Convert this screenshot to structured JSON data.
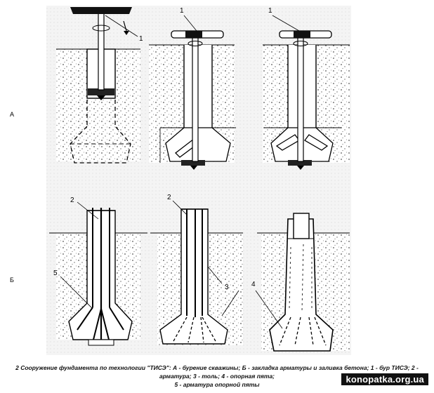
{
  "row_labels": {
    "a": "А",
    "b": "Б"
  },
  "callouts": {
    "a1": "1",
    "a2": "1",
    "a3": "1",
    "b1": "2",
    "b2": "2",
    "b3": "5",
    "b4": "3",
    "b5": "4"
  },
  "caption": {
    "line1": "2 Сооружение фундамента по технологии \"ТИСЭ\": А - бурение скважины; Б - закладка арматуры и заливка бетона; 1 - бур ТИСЭ; 2 -",
    "line2": "арматура; 3 - толь; 4 - опорная пята;",
    "line3": "5 - арматура опорной пяты"
  },
  "watermark": "konopatka.org.ua"
}
